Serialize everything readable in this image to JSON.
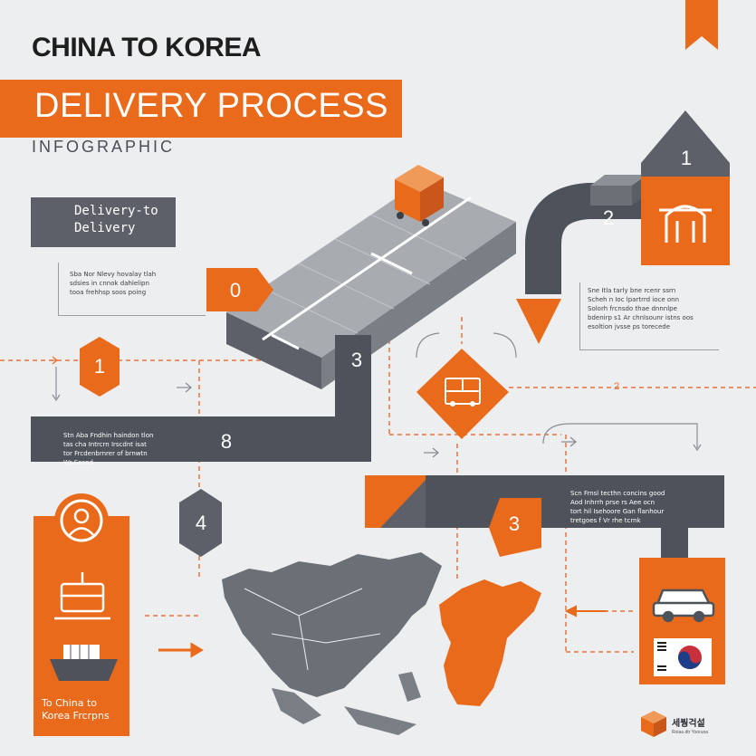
{
  "header": {
    "title_line1": "CHINA TO KOREA",
    "title_line2": "DELIVERY PROCESS",
    "subtitle": "INFOGRAPHIC"
  },
  "delivery_box": {
    "label": "Delivery-to\nDelivery"
  },
  "markers": {
    "m0": "0",
    "m1_left": "1",
    "m1_top": "1",
    "m2": "2",
    "m2_dashed": "2",
    "m3_road": "3",
    "m3_band": "3",
    "m4": "4",
    "m8": "8"
  },
  "text_blocks": {
    "block_a": [
      "Sba Nor Nlevy hovalay tlah",
      "sdsies in cnnok dahlelipn",
      "tooa frehhsp soos poing"
    ],
    "block_b": [
      "Sne Itla tarly bne rcenr ssrn",
      "Scheh n Ioc lpartrrd ioce onn",
      "Solorh frcnsdo thae dnnnlpe",
      "bdenirp s1 Ar chnlsounr istns oos",
      "esoltion jvsse ps torecede"
    ],
    "block_c": [
      "Stn Aba Fndhin haindon tlon",
      "tas cha Intrcrn Irscdnt isat",
      "tor Frcdenbrnrer of brnwtn",
      "Wr Sosnd"
    ],
    "block_d": [
      "Scn Frnsl tecthn concins good",
      "Aod Inhrrh prse rs Aee ocn",
      "tort hil Isehoore Gan flanhour",
      "tretgoes f Vr rhe tcrnk"
    ]
  },
  "left_panel": {
    "caption": "To China to\nKorea Frcrpns"
  },
  "logo": {
    "name": "세붱걱섵",
    "subtitle": "Roiaa dtr Yooruoa"
  },
  "colors": {
    "orange": "#ea6a1c",
    "dark_gray": "#4e535b",
    "mid_gray": "#7a7e85",
    "light_gray": "#a8abb0",
    "background": "#eceef0"
  },
  "icons": [
    "box-icon",
    "delivery-truck-icon",
    "gate-icon",
    "bus-icon",
    "person-icon",
    "train-icon",
    "ship-icon",
    "car-icon",
    "korea-flag-icon",
    "asia-map"
  ]
}
